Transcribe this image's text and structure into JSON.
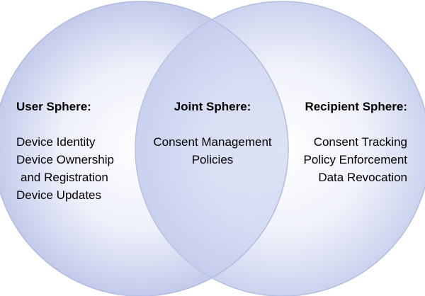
{
  "colors": {
    "circle_edge": "#aab4dc",
    "circle_center": "#ffffff",
    "circle_mid": "#eef0fa",
    "overlap_tint": "#c9cfee"
  },
  "user_sphere": {
    "title": "User Sphere:",
    "items": [
      "Device Identity",
      "Device Ownership",
      "and Registration",
      "Device Updates"
    ]
  },
  "joint_sphere": {
    "title": "Joint Sphere:",
    "items": [
      "Consent Management",
      "Policies"
    ]
  },
  "recipient_sphere": {
    "title": "Recipient Sphere:",
    "items": [
      "Consent Tracking",
      "Policy Enforcement",
      "Data Revocation"
    ]
  }
}
